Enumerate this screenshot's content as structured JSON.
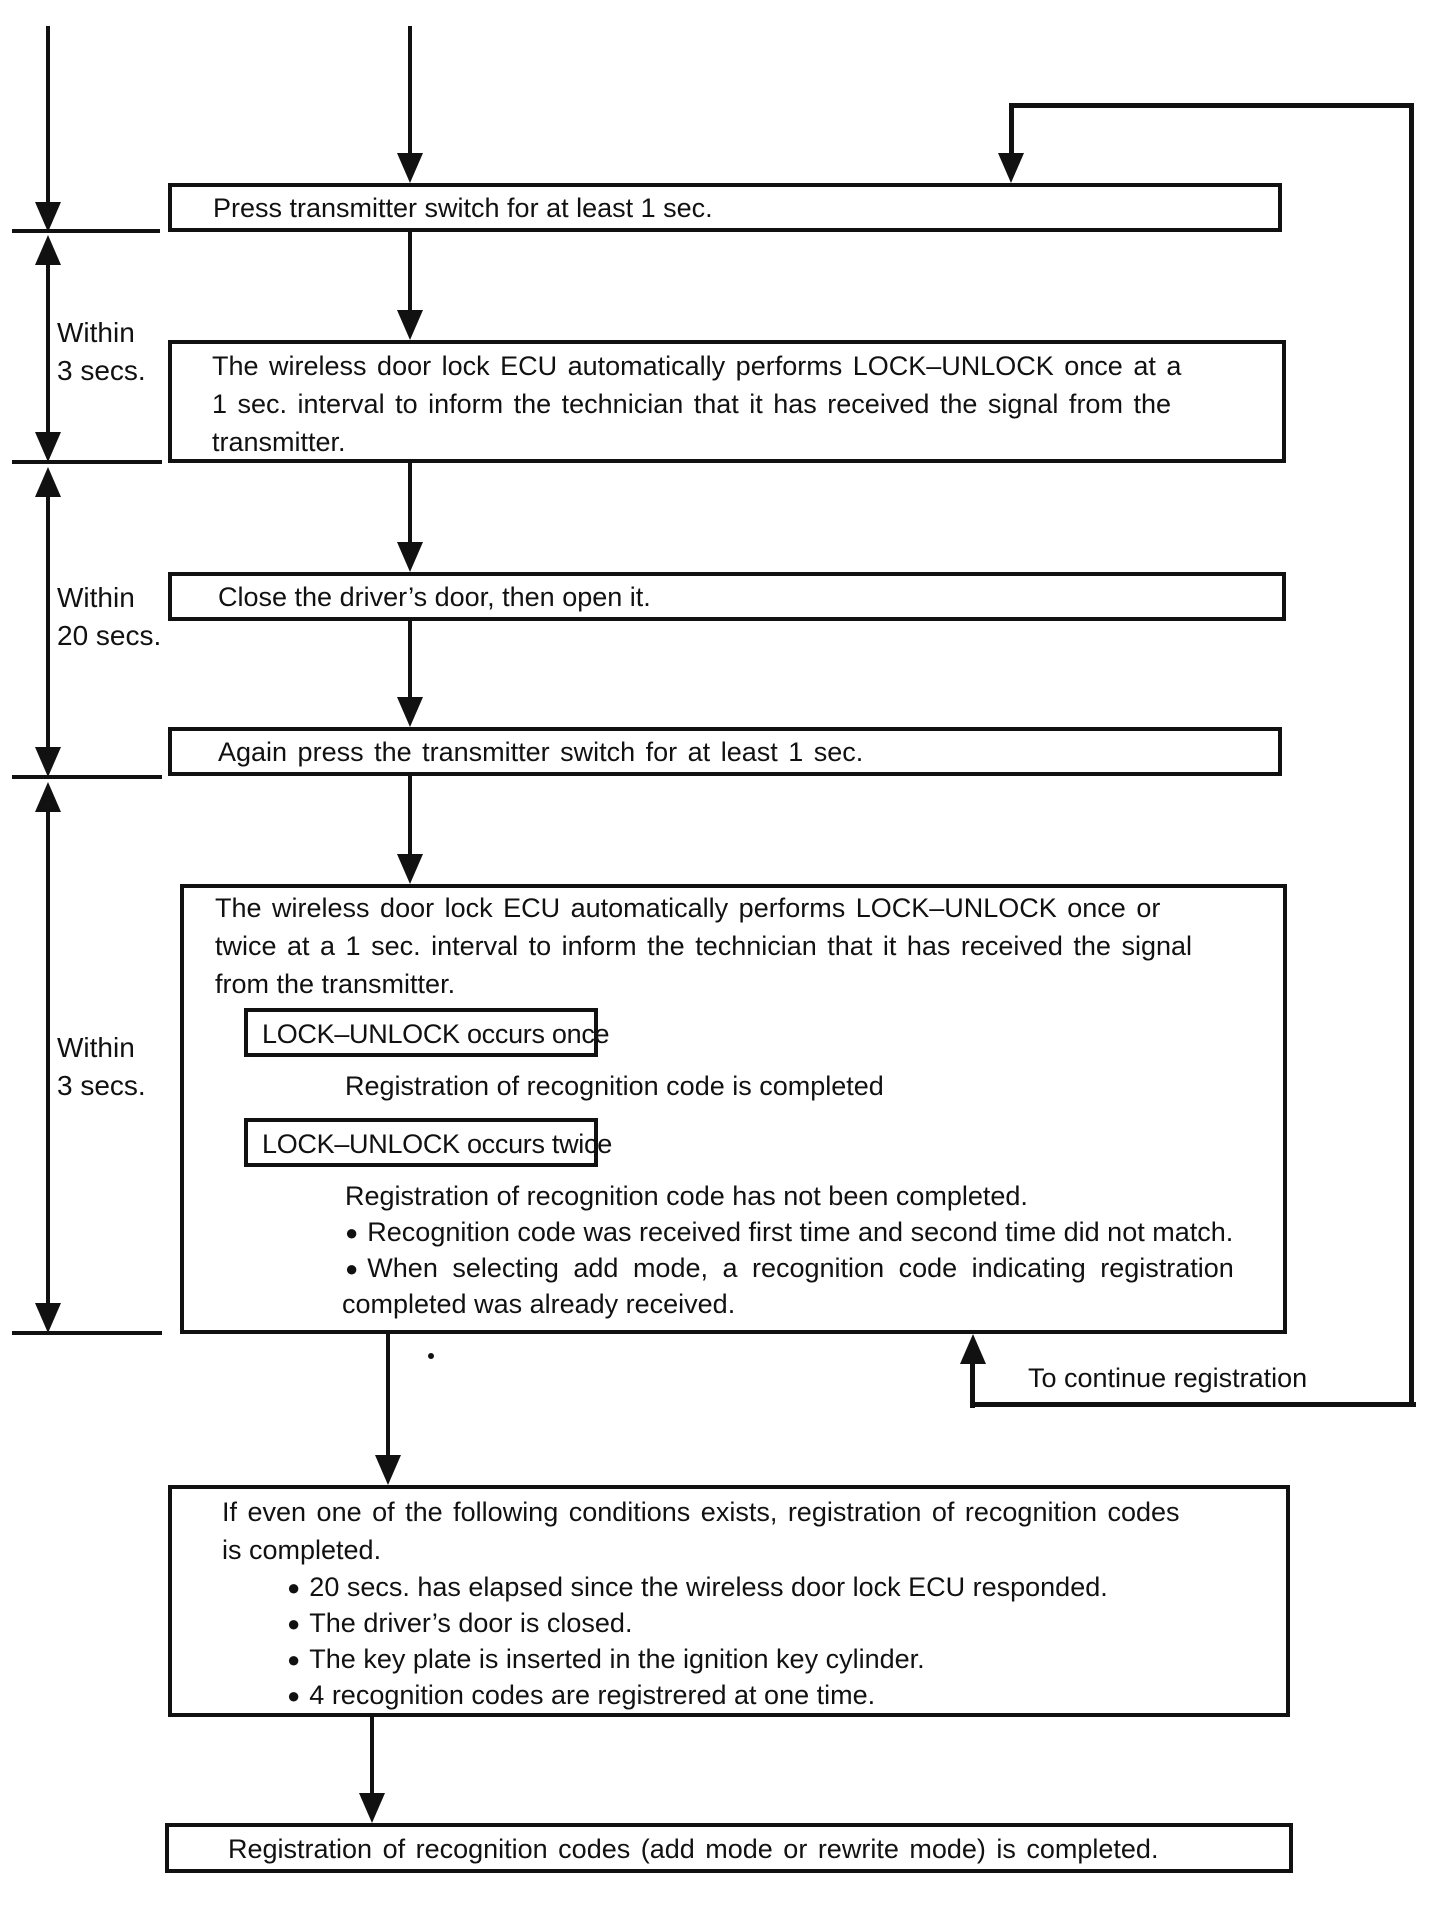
{
  "colors": {
    "ink": "#111111",
    "paper": "#ffffff"
  },
  "glyphs": {
    "bullet": "●"
  },
  "timeline": {
    "intervals": [
      {
        "label_line1": "Within",
        "label_line2": "3 secs."
      },
      {
        "label_line1": "Within",
        "label_line2": "20 secs."
      },
      {
        "label_line1": "Within",
        "label_line2": "3 secs."
      }
    ]
  },
  "loop": {
    "label": "To continue registration"
  },
  "boxes": {
    "press_switch": {
      "text": "Press transmitter switch for at least 1 sec."
    },
    "ecu_responds_first": {
      "line1": "The wireless door lock ECU automatically performs LOCK–UNLOCK once at a",
      "line2": "1 sec. interval to inform the technician that it has received the signal from the",
      "line3": "transmitter."
    },
    "close_door": {
      "text": "Close the driver’s door, then open it."
    },
    "press_again": {
      "text": "Again press the transmitter switch for at least 1 sec."
    },
    "ecu_responds_second": {
      "line1": "The wireless door lock ECU automatically performs LOCK–UNLOCK once or",
      "line2": "twice at a 1 sec. interval to inform the technician that it has received the signal",
      "line3": "from the transmitter.",
      "once_label": "LOCK–UNLOCK occurs once",
      "once_result": "Registration of recognition code is completed",
      "twice_label": "LOCK–UNLOCK occurs twice",
      "twice_result": "Registration of recognition code has not been completed.",
      "twice_bullet1": "Recognition code was received first time and second time did not match.",
      "twice_bullet2_line1": "When selecting add mode, a recognition code indicating registration",
      "twice_bullet2_line2": "completed was already received."
    },
    "completion_conditions": {
      "line1": "If even one of the following conditions exists, registration of recognition codes",
      "line2": "is completed.",
      "bullets": [
        "20 secs. has elapsed since the wireless door lock ECU responded.",
        "The driver’s door is closed.",
        "The key plate is inserted in the ignition key cylinder.",
        "4 recognition codes are registrered at one time."
      ]
    },
    "registration_complete": {
      "text": "Registration of recognition codes (add mode or rewrite mode) is completed."
    }
  }
}
